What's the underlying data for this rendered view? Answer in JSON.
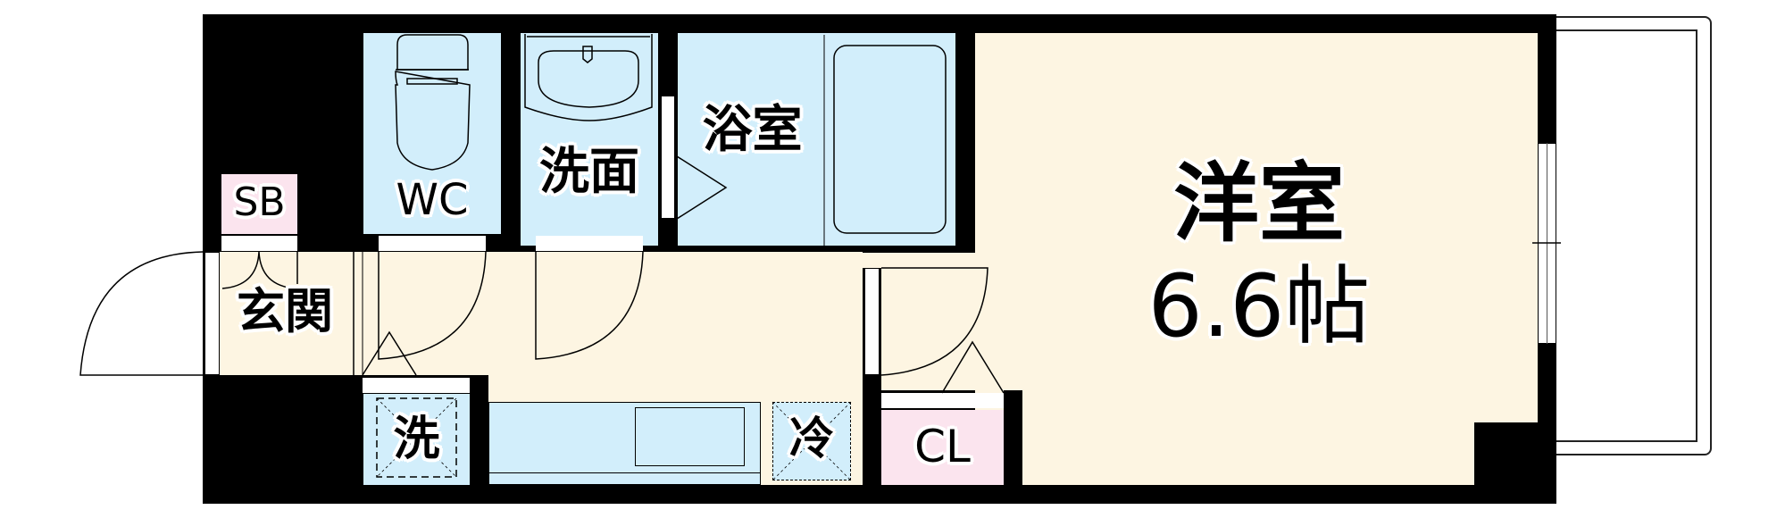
{
  "floorplan": {
    "rooms": {
      "western_room": {
        "name": "洋室",
        "size": "6.6帖"
      },
      "bathroom": {
        "name": "浴室"
      },
      "washroom": {
        "name": "洗面"
      },
      "toilet": {
        "name": "WC"
      },
      "shoe_box": {
        "name": "SB"
      },
      "entrance": {
        "name": "玄関"
      },
      "washer": {
        "name": "洗"
      },
      "fridge": {
        "name": "冷"
      },
      "closet": {
        "name": "CL"
      }
    },
    "colors": {
      "wall": "#000000",
      "floor": "#FDF5E2",
      "wet_area": "#D2EEFB",
      "storage": "#FBE4EE"
    }
  }
}
